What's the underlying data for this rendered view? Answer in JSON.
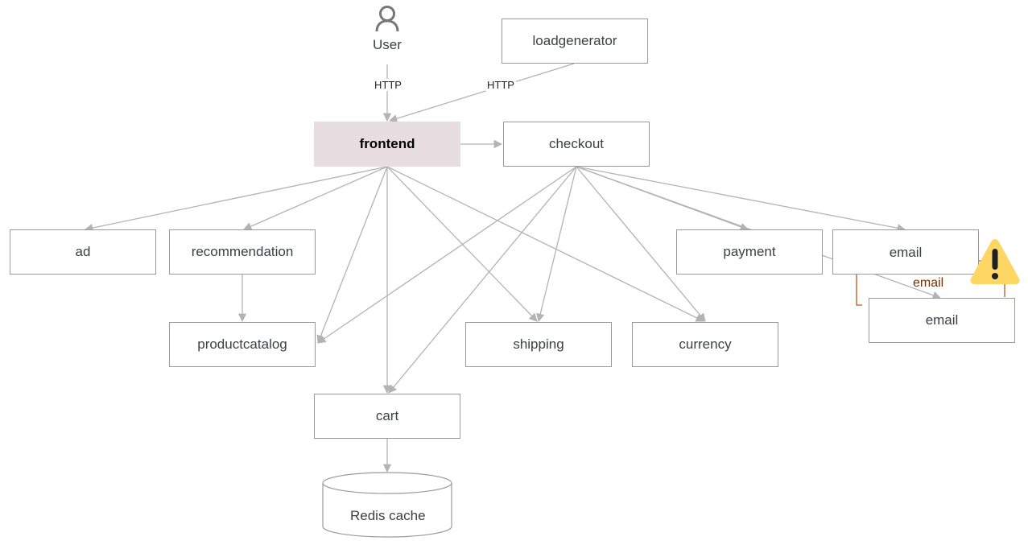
{
  "actor": {
    "label": "User",
    "icon": "person-icon"
  },
  "nodes": {
    "loadgenerator": "loadgenerator",
    "frontend": "frontend",
    "checkout": "checkout",
    "ad": "ad",
    "recommendation": "recommendation",
    "productcatalog": "productcatalog",
    "shipping": "shipping",
    "currency": "currency",
    "payment": "payment",
    "email": "email",
    "email_duplicate": "email",
    "cart": "cart",
    "redis": "Redis cache"
  },
  "edge_labels": {
    "user_frontend": "HTTP",
    "loadgenerator_frontend": "HTTP"
  },
  "warning": {
    "label": "email",
    "icon": "warning-icon",
    "border_color": "#c0541a",
    "fill_color": "#fdd663"
  },
  "colors": {
    "edge": "#b3b3b3",
    "node_border": "#9a9a9a",
    "frontend_fill": "#e8dde1"
  }
}
